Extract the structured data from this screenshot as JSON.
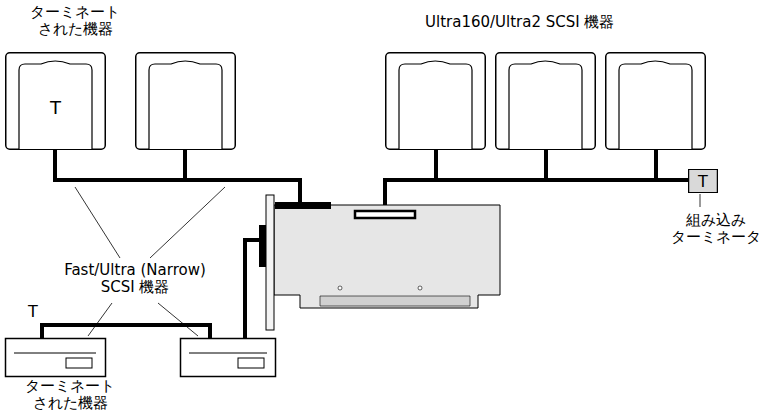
{
  "diagram": {
    "nodes": [
      {
        "text": [
          "T"
        ]
      },
      {
        "text": [
          "T"
        ]
      }
    ],
    "labels": [
      "ターミネート された機器",
      "Ultra160/Ultra2 SCSI 機器",
      "Fast/Ultra (Narrow) SCSI 機器",
      "T",
      "組み込み ターミネータ",
      "ターミネート された機器"
    ]
  }
}
